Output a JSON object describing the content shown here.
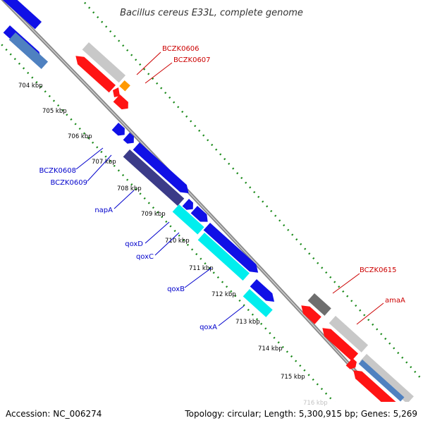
{
  "title": "Bacillus cereus E33L, complete genome",
  "colors": {
    "backbone": "#8a8a8a",
    "dotted_ring": "#1a8a1a",
    "label_forward": "#cc0000",
    "label_reverse": "#0000cc",
    "red": "#ff1414",
    "blue": "#1010e6",
    "light_gray": "#c8c8c8",
    "dark_gray": "#6e6e6e",
    "orange": "#ff9900",
    "steel_blue": "#4f81c0",
    "cyan": "#00eeee",
    "dark_slate": "#3b3b88"
  },
  "kbp_ticks": [
    "704 kbp",
    "705 kbp",
    "706 kbp",
    "707 kbp",
    "708 kbp",
    "709 kbp",
    "710 kbp",
    "711 kbp",
    "712 kbp",
    "713 kbp",
    "714 kbp",
    "715 kbp",
    "716 kbp"
  ],
  "gene_labels": [
    {
      "text": "BCZK0606",
      "color": "label_forward"
    },
    {
      "text": "BCZK0607",
      "color": "label_forward"
    },
    {
      "text": "BCZK0615",
      "color": "label_forward"
    },
    {
      "text": "amaA",
      "color": "label_forward"
    },
    {
      "text": "BCZK0608",
      "color": "label_reverse"
    },
    {
      "text": "BCZK0609",
      "color": "label_reverse"
    },
    {
      "text": "napA",
      "color": "label_reverse"
    },
    {
      "text": "qoxD",
      "color": "label_reverse"
    },
    {
      "text": "qoxC",
      "color": "label_reverse"
    },
    {
      "text": "qoxB",
      "color": "label_reverse"
    },
    {
      "text": "qoxA",
      "color": "label_reverse"
    }
  ],
  "footer": {
    "accession": "Accession: NC_006274",
    "stats": "Topology: circular; Length: 5,300,915 bp; Genes: 5,269"
  }
}
